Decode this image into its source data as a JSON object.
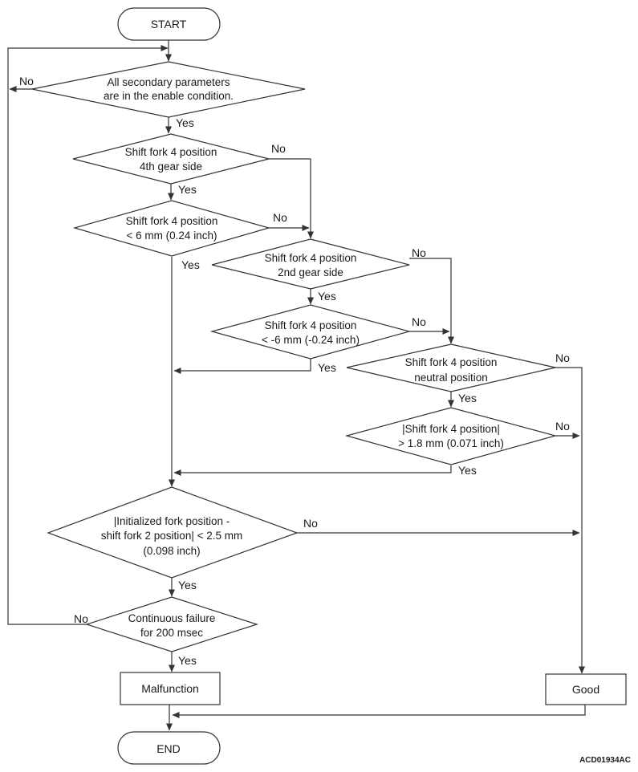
{
  "nodes": {
    "start": "START",
    "enable_condition": [
      "All secondary parameters",
      "are in the enable condition."
    ],
    "fourth_gear_side": [
      "Shift fork 4 position",
      "4th gear side"
    ],
    "less_than_6mm": [
      "Shift fork 4 position",
      "< 6 mm (0.24 inch)"
    ],
    "second_gear_side": [
      "Shift fork 4 position",
      "2nd gear side"
    ],
    "less_than_neg6mm": [
      "Shift fork 4 position",
      "< -6 mm (-0.24 inch)"
    ],
    "neutral_position": [
      "Shift fork 4 position",
      "neutral position"
    ],
    "abs_greater_1_8mm": [
      "|Shift fork 4 position|",
      "> 1.8 mm (0.071 inch)"
    ],
    "initialized_fork": [
      "|Initialized fork position -",
      "shift fork 2 position| < 2.5 mm",
      "(0.098 inch)"
    ],
    "continuous_failure": [
      "Continuous failure",
      "for 200 msec"
    ],
    "malfunction": "Malfunction",
    "good": "Good",
    "end": "END"
  },
  "edge_labels": {
    "yes": "Yes",
    "no": "No"
  },
  "figure_code": "ACD01934AC"
}
